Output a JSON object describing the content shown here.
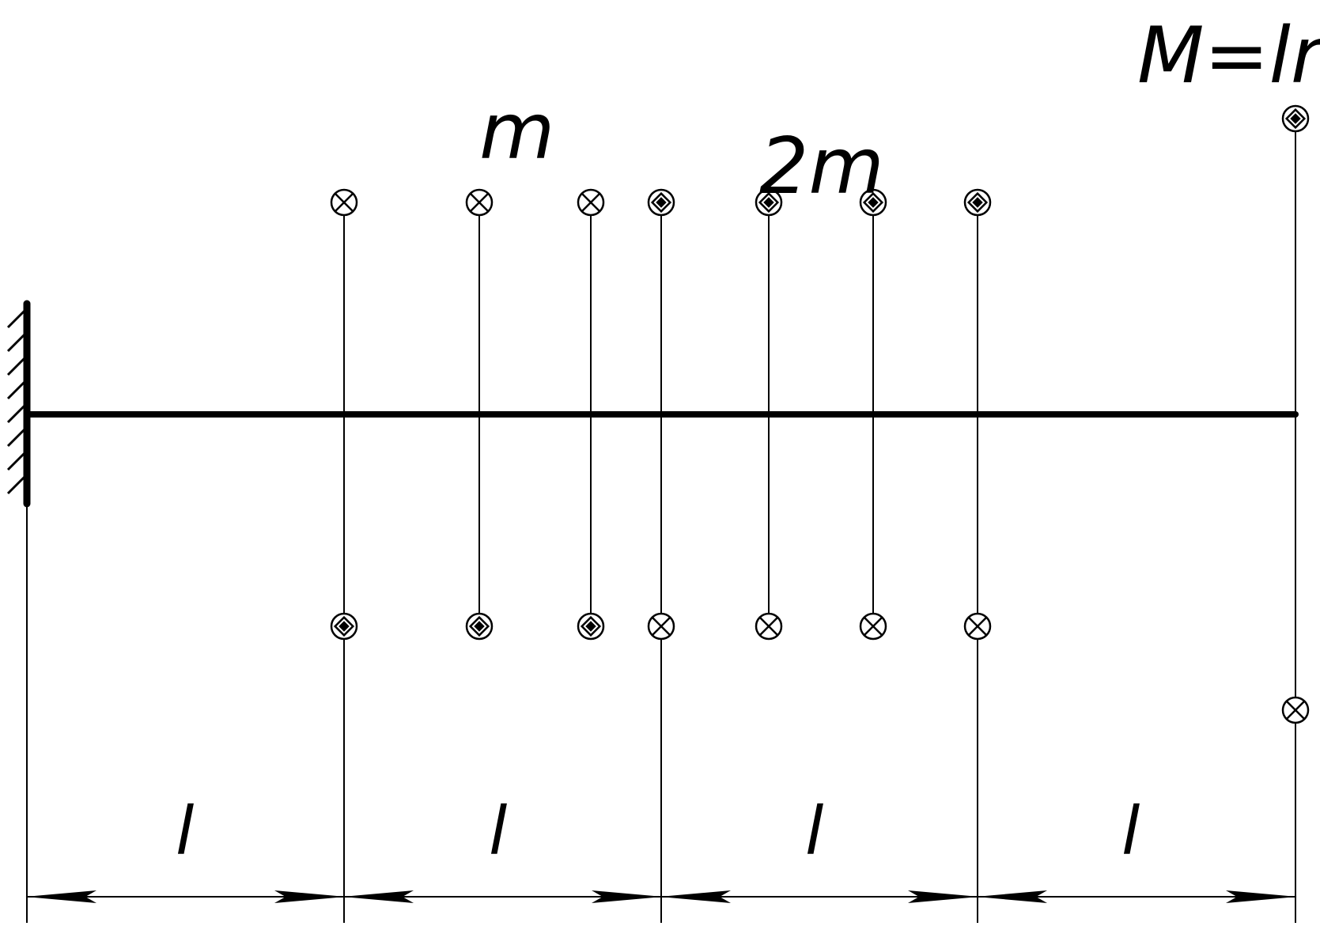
{
  "labels": {
    "moment_top_right": "M=lm",
    "moment_m": "m",
    "moment_2m": "2m",
    "span": "l"
  },
  "diagram": {
    "spans": [
      {
        "label": "l"
      },
      {
        "label": "l"
      },
      {
        "label": "l"
      },
      {
        "label": "l"
      }
    ],
    "couples": [
      {
        "name": "m",
        "top": "into",
        "bottom": "out"
      },
      {
        "name": "m",
        "top": "into",
        "bottom": "out"
      },
      {
        "name": "m",
        "top": "into",
        "bottom": "out"
      },
      {
        "name": "2m",
        "top": "out",
        "bottom": "into"
      },
      {
        "name": "2m",
        "top": "out",
        "bottom": "into"
      },
      {
        "name": "2m",
        "top": "out",
        "bottom": "into"
      },
      {
        "name": "2m",
        "top": "out",
        "bottom": "into"
      },
      {
        "name": "M",
        "top": "out",
        "bottom": "into"
      }
    ]
  },
  "colors": {
    "ink": "#000000",
    "background": "#ffffff"
  }
}
